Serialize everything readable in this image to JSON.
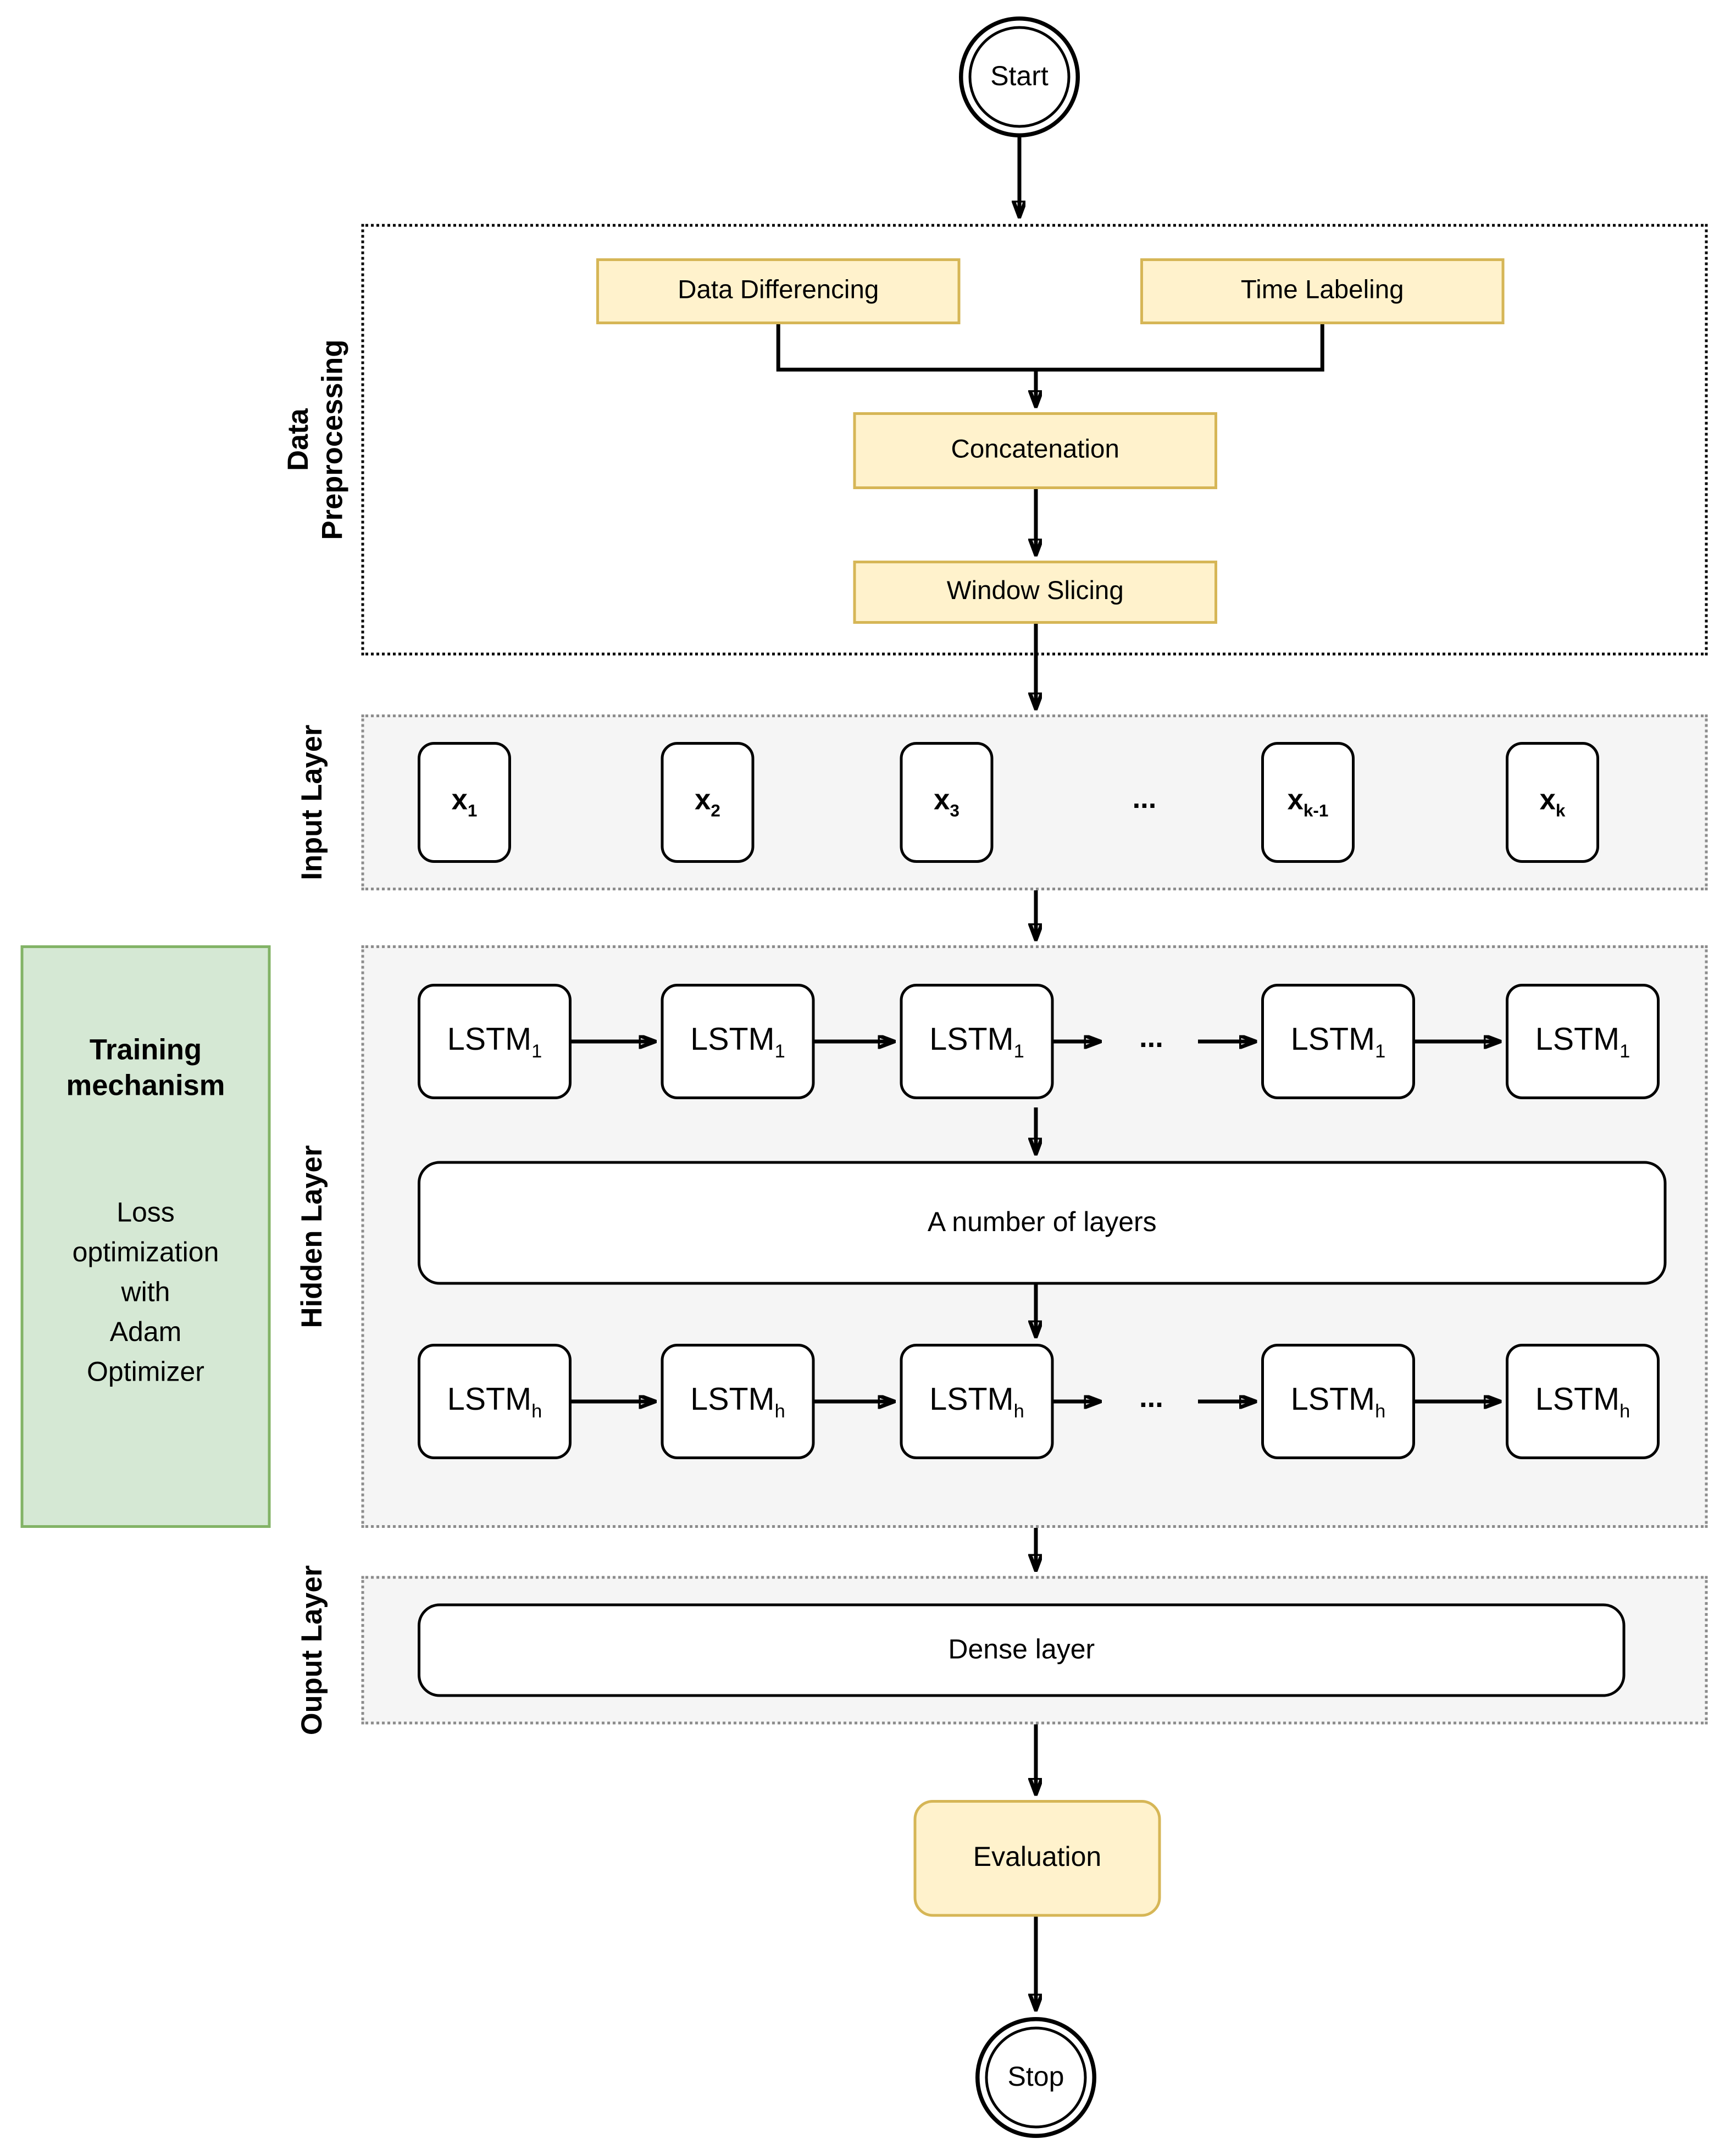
{
  "colors": {
    "process_fill": "#FFF2CC",
    "process_border": "#D6B656",
    "training_fill": "#D5E8D4",
    "training_border": "#82B366",
    "section_fill": "#F5F5F5",
    "section_border": "#8C8C8C",
    "line": "#000000"
  },
  "start": {
    "label": "Start"
  },
  "preprocessing": {
    "section_label": "Data\nPreprocessing",
    "differencing": "Data Differencing",
    "time_labeling": "Time Labeling",
    "concatenation": "Concatenation",
    "window_slicing": "Window Slicing"
  },
  "input_layer": {
    "section_label": "Input Layer",
    "ellipsis": "...",
    "boxes": [
      {
        "base": "x",
        "sub": "1"
      },
      {
        "base": "x",
        "sub": "2"
      },
      {
        "base": "x",
        "sub": "3"
      },
      {
        "base": "x",
        "sub": "k-1"
      },
      {
        "base": "x",
        "sub": "k"
      }
    ]
  },
  "hidden_layer": {
    "section_label": "Hidden Layer",
    "ellipsis": "...",
    "middle_box": "A number of layers",
    "row1": [
      {
        "base": "LSTM",
        "sub": "1"
      },
      {
        "base": "LSTM",
        "sub": "1"
      },
      {
        "base": "LSTM",
        "sub": "1"
      },
      {
        "base": "LSTM",
        "sub": "1"
      },
      {
        "base": "LSTM",
        "sub": "1"
      }
    ],
    "row2": [
      {
        "base": "LSTM",
        "sub": "h"
      },
      {
        "base": "LSTM",
        "sub": "h"
      },
      {
        "base": "LSTM",
        "sub": "h"
      },
      {
        "base": "LSTM",
        "sub": "h"
      },
      {
        "base": "LSTM",
        "sub": "h"
      }
    ]
  },
  "training": {
    "title": "Training mechanism",
    "body_lines": [
      "Loss",
      "optimization",
      "with",
      "Adam",
      "Optimizer"
    ]
  },
  "output_layer": {
    "section_label": "Ouput Layer",
    "dense_box": "Dense layer"
  },
  "evaluation": {
    "label": "Evaluation"
  },
  "stop": {
    "label": "Stop"
  }
}
